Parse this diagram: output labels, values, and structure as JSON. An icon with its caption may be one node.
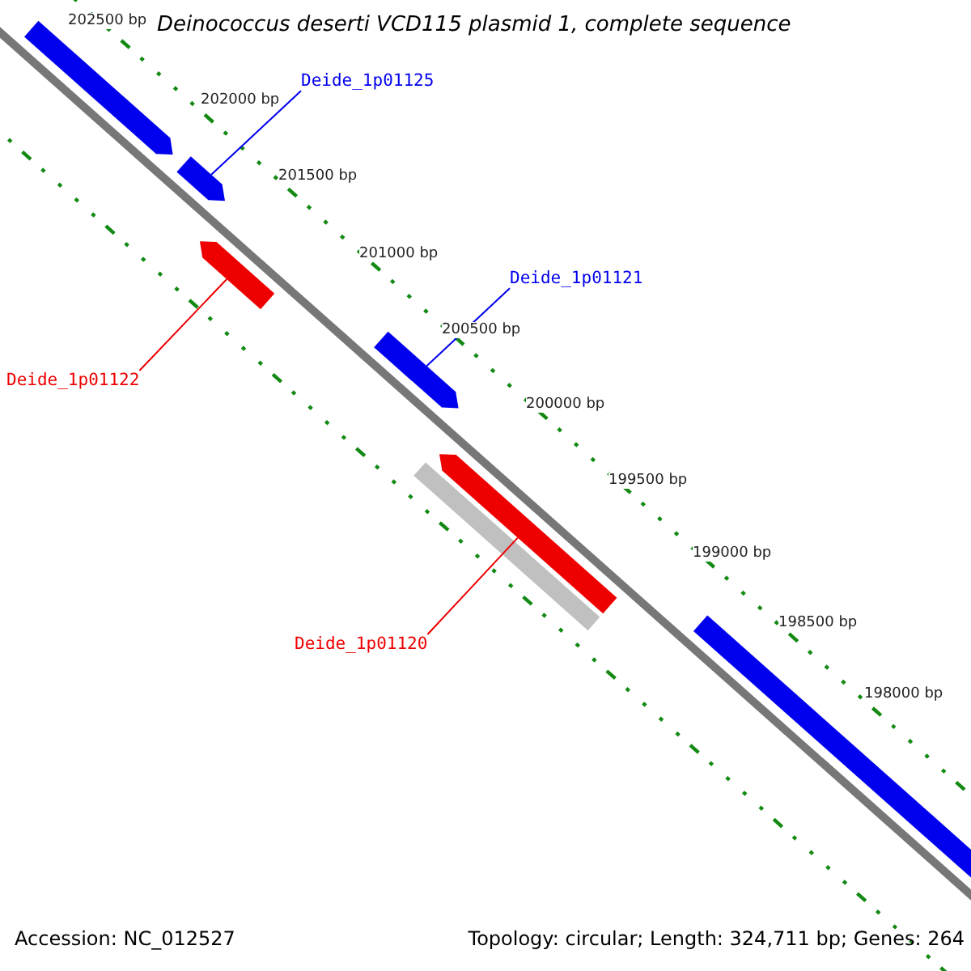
{
  "diagram": {
    "title": "Deinococcus deserti VCD115 plasmid 1, complete sequence",
    "nodes": [
      {
        "text": [
          "Deide_1p01125"
        ]
      },
      {
        "text": [],
        "shape": "arrow"
      },
      {
        "text": [
          "Deide_1p01121"
        ]
      },
      {
        "text": [],
        "shape": "arrow"
      },
      {
        "text": [
          "Deide_1p01122"
        ]
      },
      {
        "text": [],
        "shape": "arrow"
      },
      {
        "text": [
          "Deide_1p01120"
        ]
      },
      {
        "text": [],
        "shape": "arrow"
      }
    ],
    "edges": [
      {
        "from": 0,
        "to": 1,
        "arrow": "none"
      },
      {
        "from": 2,
        "to": 3,
        "arrow": "none"
      },
      {
        "from": 4,
        "to": 5,
        "arrow": "none",
        "color": "#ee0000"
      },
      {
        "from": 6,
        "to": 7,
        "arrow": "none",
        "color": "#ee0000"
      }
    ],
    "labels": [
      "202500 bp",
      "202000 bp",
      "201500 bp",
      "201000 bp",
      "200500 bp",
      "200000 bp",
      "199500 bp",
      "199000 bp",
      "198500 bp",
      "198000 bp",
      "Accession: NC_012527",
      "Topology: circular; Length: 324,711 bp; Genes: 264"
    ]
  }
}
